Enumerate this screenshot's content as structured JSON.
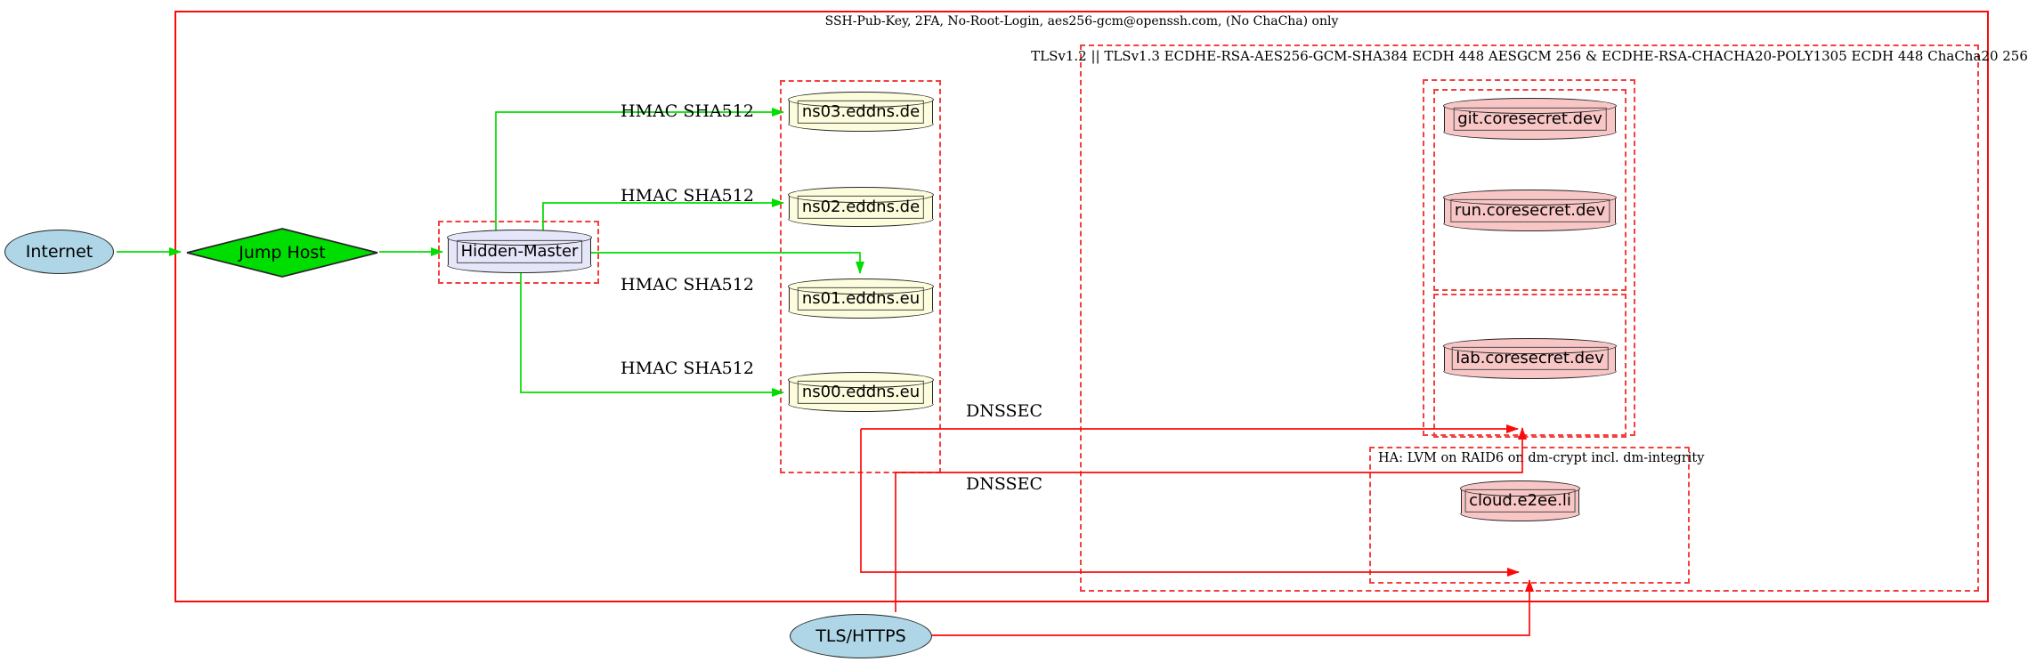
{
  "clusters": {
    "outer": {
      "label": "SSH-Pub-Key, 2FA, No-Root-Login, aes256-gcm@openssh.com, (No ChaCha) only"
    },
    "tls": {
      "label": "TLSv1.2 || TLSv1.3 ECDHE-RSA-AES256-GCM-SHA384 ECDH 448 AESGCM 256 & ECDHE-RSA-CHACHA20-POLY1305 ECDH 448 ChaCha20 256"
    },
    "ha": {
      "label": "HA: LVM on RAID6 on dm-crypt incl. dm-integrity"
    }
  },
  "nodes": {
    "internet": {
      "label": "Internet",
      "shape": "ellipse",
      "fill": "#aed6e6"
    },
    "jump_host": {
      "label": "Jump Host",
      "shape": "diamond",
      "fill": "#00dd00"
    },
    "hidden_master": {
      "label": "Hidden-Master",
      "shape": "cylinder",
      "fill": "#e6e6fa"
    },
    "ns03": {
      "label": "ns03.eddns.de",
      "shape": "cylinder",
      "fill": "#fdfdde"
    },
    "ns02": {
      "label": "ns02.eddns.de",
      "shape": "cylinder",
      "fill": "#fdfdde"
    },
    "ns01": {
      "label": "ns01.eddns.eu",
      "shape": "cylinder",
      "fill": "#fdfdde"
    },
    "ns00": {
      "label": "ns00.eddns.eu",
      "shape": "cylinder",
      "fill": "#fdfdde"
    },
    "git": {
      "label": "git.coresecret.dev",
      "shape": "cylinder",
      "fill": "#f9c6c6"
    },
    "run": {
      "label": "run.coresecret.dev",
      "shape": "cylinder",
      "fill": "#f9c6c6"
    },
    "lab": {
      "label": "lab.coresecret.dev",
      "shape": "cylinder",
      "fill": "#f9c6c6"
    },
    "cloud": {
      "label": "cloud.e2ee.li",
      "shape": "cylinder",
      "fill": "#f9c6c6"
    },
    "tls_https": {
      "label": "TLS/HTTPS",
      "shape": "ellipse",
      "fill": "#aed6e6"
    }
  },
  "edge_labels": {
    "hmac": "HMAC SHA512",
    "dnssec": "DNSSEC"
  },
  "colors": {
    "green": "#00dd00",
    "red": "#fb0a0a",
    "dashedred": "#f4403d",
    "stroke": "#262626"
  }
}
